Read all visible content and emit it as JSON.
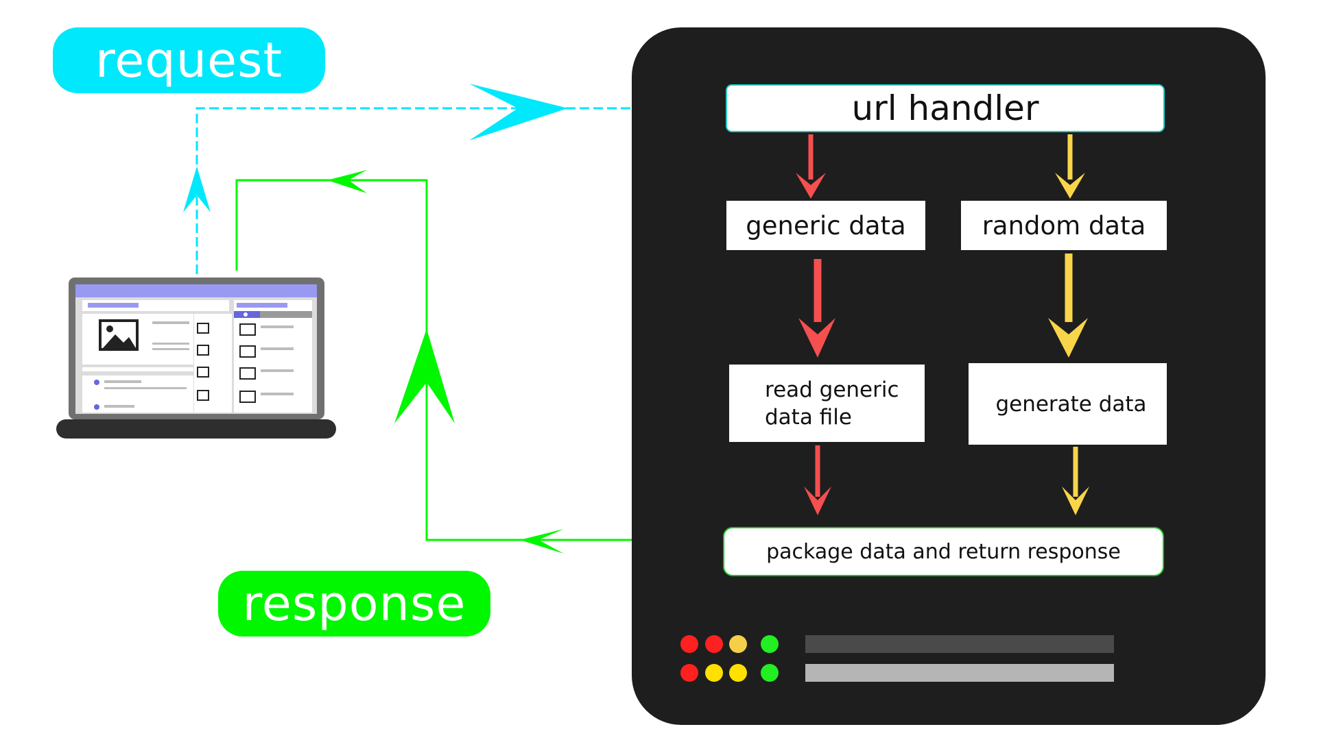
{
  "labels": {
    "request": "request",
    "response": "response"
  },
  "server": {
    "url_handler": "url handler",
    "generic_data": "generic data",
    "random_data": "random data",
    "read_generic_line1": "read generic",
    "read_generic_line2": "data file",
    "generate_data": "generate data",
    "package_data": "package data and return response"
  },
  "status_leds": {
    "row1": [
      "#ff2020",
      "#ff2020",
      "#f5cf4a",
      "#22ee22"
    ],
    "row2": [
      "#ff2020",
      "#ffe000",
      "#ffe000",
      "#22ee22"
    ]
  },
  "colors": {
    "request": "#00e8fb",
    "response": "#00f700",
    "generic_path": "#f64f4f",
    "random_path": "#f9d54a",
    "server_bg": "#1e1e1e"
  },
  "icons": [
    "laptop-icon",
    "image-icon",
    "heart-icon"
  ]
}
